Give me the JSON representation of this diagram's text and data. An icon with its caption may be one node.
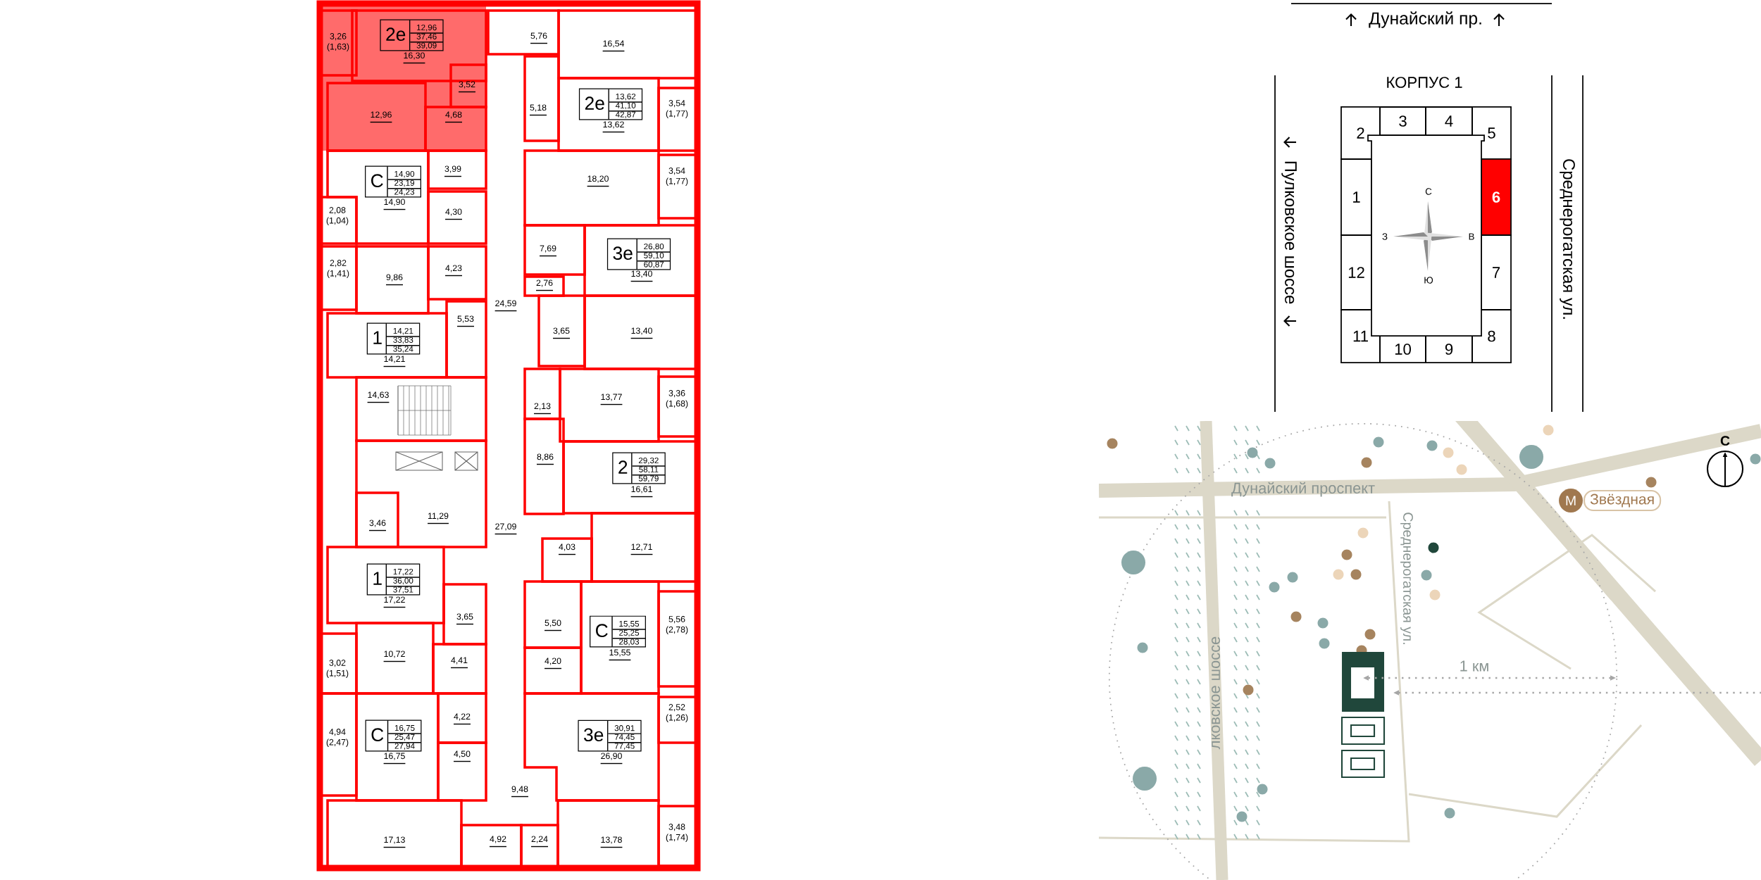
{
  "diagram": {
    "nodes": [
      {
        "text": [
          "2е",
          "12,96",
          "37,46",
          "39,09"
        ]
      },
      {
        "text": [
          "2е",
          "13,62",
          "41,10",
          "42,87"
        ]
      },
      {
        "text": [
          "С",
          "14,90",
          "23,19",
          "24,23"
        ]
      },
      {
        "text": [
          "3е",
          "26,80",
          "59,10",
          "60,87"
        ]
      },
      {
        "text": [
          "1",
          "14,21",
          "33,83",
          "35,24"
        ]
      },
      {
        "text": [
          "2",
          "29,32",
          "58,11",
          "59,79"
        ]
      },
      {
        "text": [
          "1",
          "17,22",
          "36,00",
          "37,51"
        ]
      },
      {
        "text": [
          "С",
          "15,55",
          "25,25",
          "28,03"
        ]
      },
      {
        "text": [
          "С",
          "16,75",
          "25,47",
          "27,94"
        ]
      },
      {
        "text": [
          "3е",
          "30,91",
          "74,45",
          "77,45"
        ]
      },
      {
        "text": [
          "2"
        ]
      },
      {
        "text": [
          "3"
        ]
      },
      {
        "text": [
          "4"
        ]
      },
      {
        "text": [
          "5"
        ]
      },
      {
        "text": [
          "1"
        ]
      },
      {
        "text": [
          "6"
        ]
      },
      {
        "text": [
          "12"
        ]
      },
      {
        "text": [
          "7"
        ]
      },
      {
        "text": [
          "11"
        ]
      },
      {
        "text": [
          "10"
        ]
      },
      {
        "text": [
          "9"
        ]
      },
      {
        "text": [
          "8"
        ]
      },
      {
        "text": [
          "М"
        ]
      },
      {
        "text": [
          "Звёздная"
        ]
      }
    ],
    "labels": [
      "3,26 (1,63)",
      "16,30",
      "5,76",
      "16,54",
      "3,52",
      "5,18",
      "3,54 (1,77)",
      "12,96",
      "4,68",
      "13,62",
      "3,99",
      "18,20",
      "3,54 (1,77)",
      "14,90",
      "4,30",
      "2,08 (1,04)",
      "7,69",
      "2,82 (1,41)",
      "4,23",
      "13,40",
      "9,86",
      "2,76",
      "24,59",
      "5,53",
      "3,65",
      "13,40",
      "14,21",
      "14,63",
      "13,77",
      "3,36 (1,68)",
      "2,13",
      "8,86",
      "16,61",
      "11,29",
      "3,46",
      "27,09",
      "4,03",
      "12,71",
      "17,22",
      "3,65",
      "5,50",
      "5,56 (2,78)",
      "10,72",
      "4,41",
      "4,20",
      "15,55",
      "3,02 (1,51)",
      "2,52 (1,26)",
      "4,22",
      "4,94 (2,47)",
      "16,75",
      "4,50",
      "26,90",
      "9,48",
      "3,48 (1,74)",
      "17,13",
      "4,92",
      "2,24",
      "13,78",
      "Дунайский пр.",
      "КОРПУС 1",
      "Пулковское шоссе",
      "Среднерогатская ул.",
      "С",
      "З",
      "В",
      "Ю",
      "Дунайский проспект",
      "Среднерогатская ул.",
      "лковское шоссе",
      "1 км",
      "С"
    ]
  }
}
